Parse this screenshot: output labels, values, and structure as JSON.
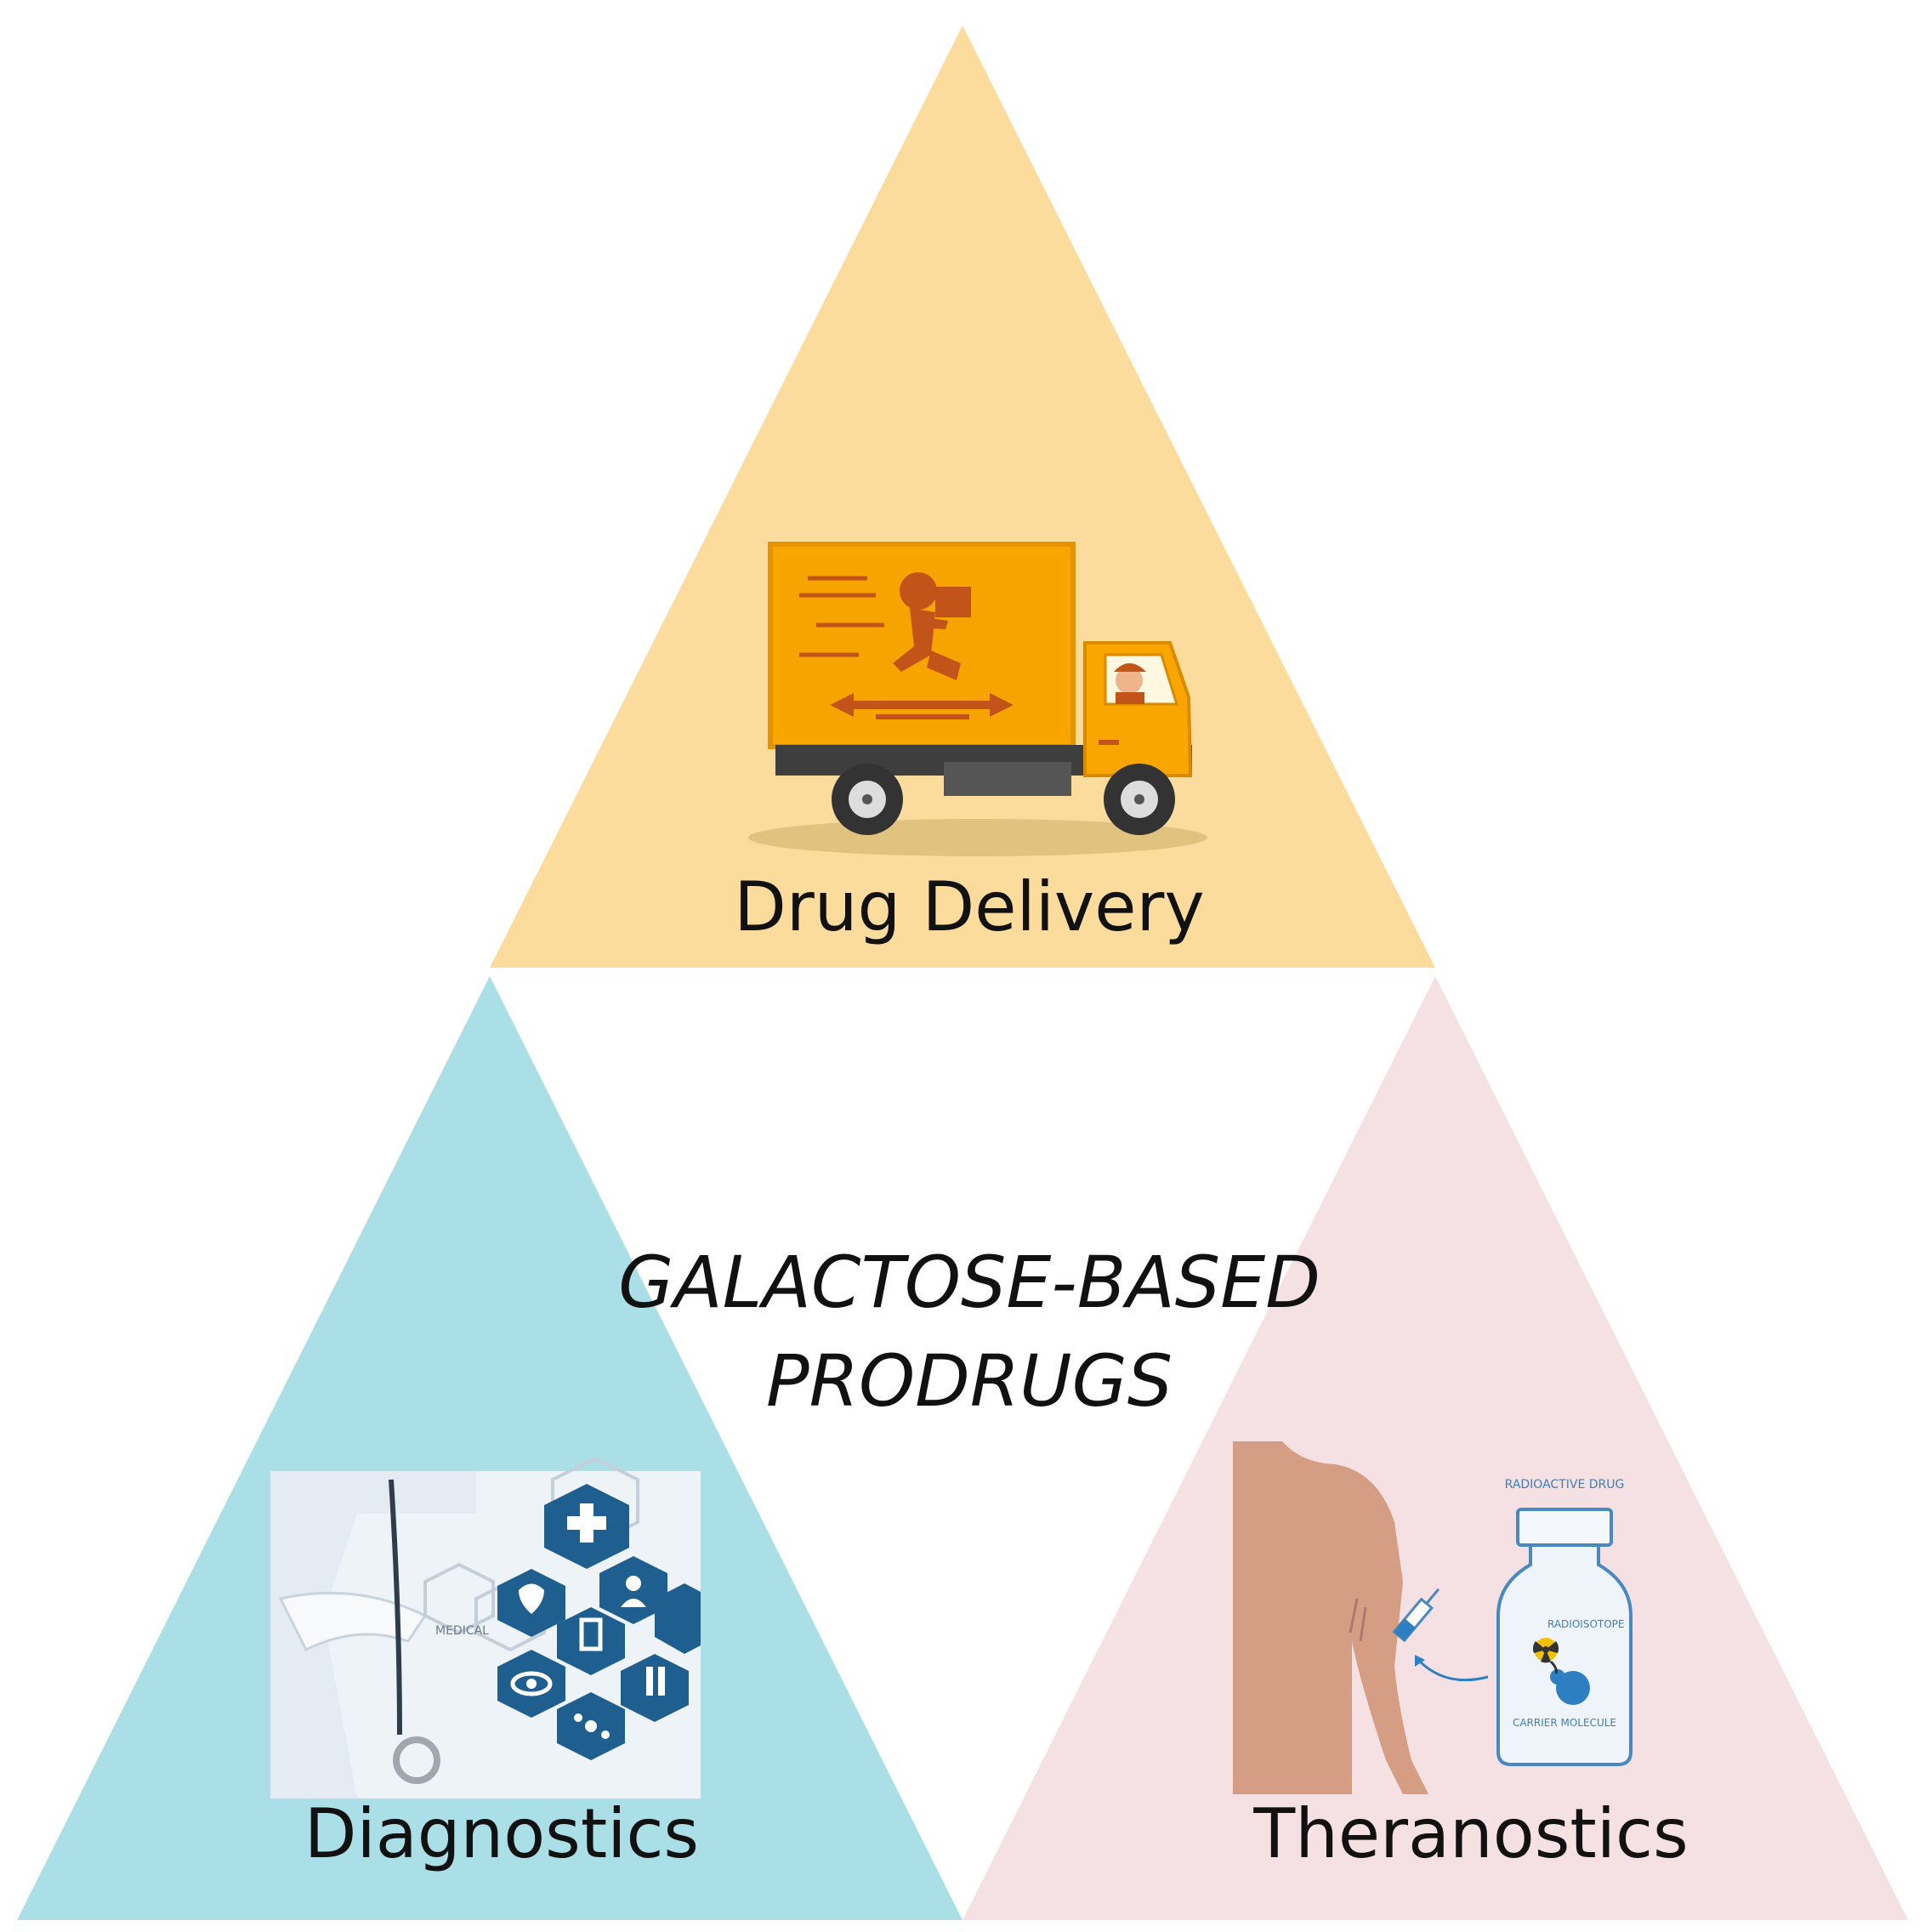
{
  "title": {
    "line1": "GALACTOSE-BASED",
    "line2": "PRODRUGS"
  },
  "segments": {
    "drug_delivery": {
      "label": "Drug Delivery",
      "color": "#fbdc9c"
    },
    "diagnostics": {
      "label": "Diagnostics",
      "color": "#abdfe8"
    },
    "theranostics": {
      "label": "Theranostics",
      "color": "#f5e1e4"
    }
  },
  "icons": {
    "drug_delivery": "delivery-truck-icon",
    "diagnostics": "medical-hexagon-icons",
    "theranostics": "radioactive-drug-injection-icon"
  },
  "theranostics_illustration": {
    "bottle_title": "RADIOACTIVE DRUG",
    "radioisotope": "RADIOISOTOPE",
    "carrier": "CARRIER MOLECULE"
  },
  "diagnostics_illustration": {
    "hex_label": "MEDICAL"
  }
}
